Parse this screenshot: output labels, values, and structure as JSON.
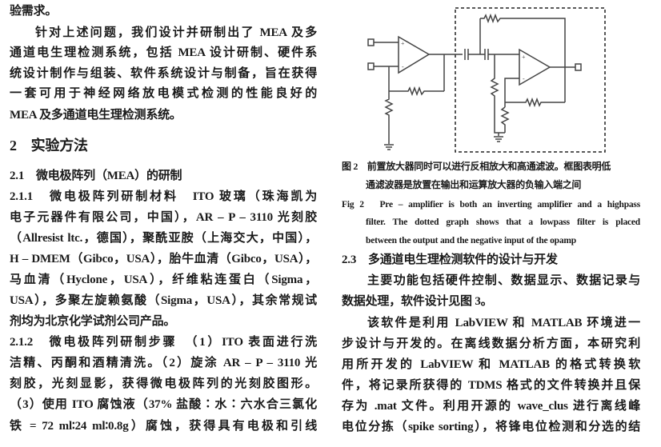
{
  "left_column": {
    "lines": [
      "验需求。",
      "针对上述问题，我们设计并研制出了 MEA 及多",
      "通道电生理检测系统，包括 MEA 设计研制、硬件系",
      "统设计制作与组装、软件系统设计与制备，旨在获得",
      "一套可用于神经网络放电模式检测的性能良好的",
      "MEA 及多通道电生理检测系统。"
    ],
    "section_heading": "2　实验方法",
    "subsection_2_1": "2.1　微电极阵列（MEA）的研制",
    "lines_2_1_1": [
      "2.1.1　微电极阵列研制材料　ITO 玻璃（珠海凯为",
      "电子元器件有限公司，中国），AR – P – 3110 光刻胶",
      "（Allresist ltc.，德国），聚酰亚胺（上海交大，中国），",
      "H – DMEM（Gibco，USA），胎牛血清（Gibco，USA），",
      "马血清（Hyclone，USA），纤维粘连蛋白（Sigma，",
      "USA），多聚左旋赖氨酸（Sigma，USA），其余常规试",
      "剂均为北京化学试剂公司产品。"
    ],
    "lines_2_1_2": [
      "2.1.2　微电极阵列研制步骤　（1）ITO 表面进行洗",
      "洁精、丙酮和酒精清洗。（2）旋涂 AR – P – 3110 光",
      "刻胶，光刻显影，获得微电极阵列的光刻胶图形。",
      "（3）使用 ITO 腐蚀液（37% 盐酸∶水∶六水合三氯化",
      "铁 = 72 ml∶24 ml∶0.8g）腐蚀，获得具有电极和引线"
    ]
  },
  "figure": {
    "caption_cn": [
      "图 2　前置放大器同时可以进行反相放大和高通滤波。框图表明低",
      "通滤波器是放置在输出和运算放大器的负输入端之间"
    ],
    "caption_en": [
      "Fig 2　Pre – amplifier is both an inverting amplifier and a highpass",
      "filter.  The dotted graph shows that a lowpass filter is placed",
      "between the output and the negative input of the opamp"
    ]
  },
  "right_column": {
    "subsection_2_3": "2.3　多通道电生理检测软件的设计与开发",
    "lines": [
      "主要功能包括硬件控制、数据显示、数据记录与",
      "数据处理，软件设计见图 3。",
      "该软件是利用 LabVIEW 和 MATLAB 环境进一",
      "步设计与开发的。在离线数据分析方面，本研究利",
      "用所开发的 LabVIEW 和 MATLAB 的格式转换软",
      "件，将记录所获得的 TDMS 格式的文件转换并且保",
      "存为 .mat 文件。利用开源的 wave_clus 进行离线峰",
      "电位分拣（spike sorting），将锋电位检测和分选的结"
    ]
  }
}
